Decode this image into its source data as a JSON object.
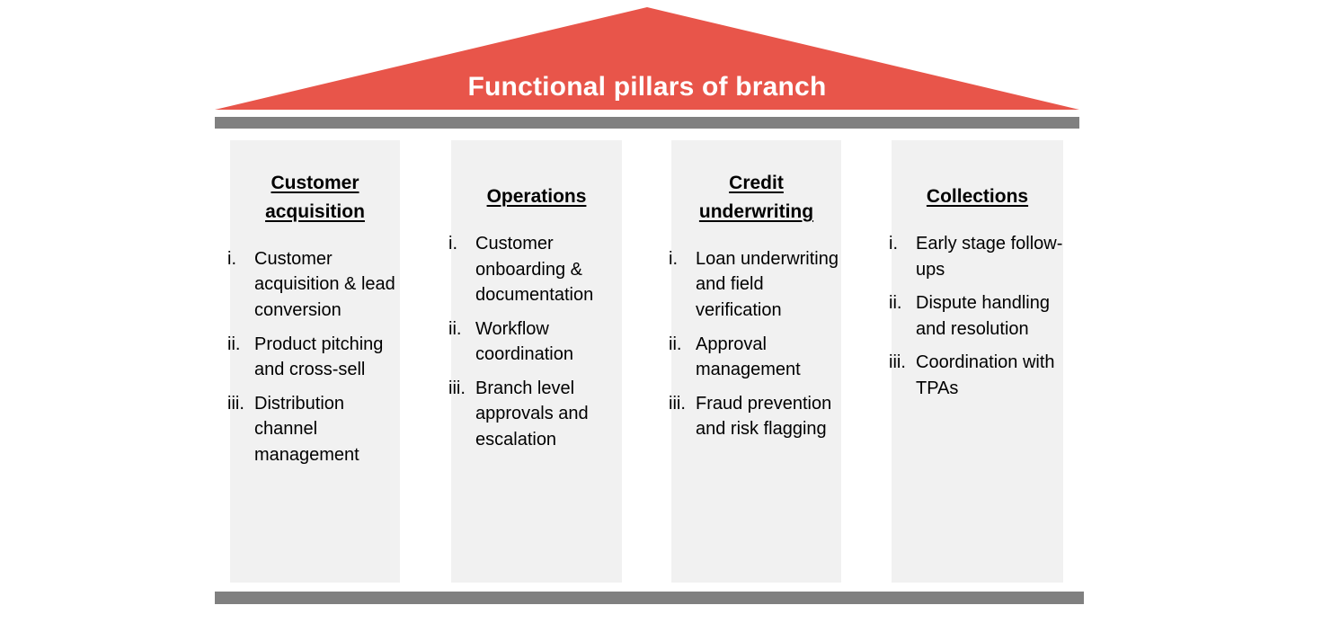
{
  "title": "Functional pillars of branch",
  "colors": {
    "roof": "#e8554a",
    "bar": "#808080",
    "pillar": "#f1f1f1",
    "title_text": "#ffffff",
    "body_text": "#000000"
  },
  "pillars": [
    {
      "heading_lines": [
        "Customer",
        "acquisition"
      ],
      "items": [
        {
          "marker": "i.",
          "text": "Customer acquisition & lead conversion"
        },
        {
          "marker": "ii.",
          "text": "Product pitching and cross-sell"
        },
        {
          "marker": "iii.",
          "text": "Distribution channel management"
        }
      ]
    },
    {
      "heading_lines": [
        "Operations"
      ],
      "items": [
        {
          "marker": "i.",
          "text": "Customer onboarding & documentation"
        },
        {
          "marker": "ii.",
          "text": "Workflow coordination"
        },
        {
          "marker": "iii.",
          "text": "Branch level approvals and escalation"
        }
      ]
    },
    {
      "heading_lines": [
        "Credit",
        "underwriting"
      ],
      "items": [
        {
          "marker": "i.",
          "text": "Loan underwriting and field verification"
        },
        {
          "marker": "ii.",
          "text": "Approval management"
        },
        {
          "marker": "iii.",
          "text": "Fraud prevention and risk flagging"
        }
      ]
    },
    {
      "heading_lines": [
        "Collections"
      ],
      "items": [
        {
          "marker": "i.",
          "text": "Early stage follow-ups"
        },
        {
          "marker": "ii.",
          "text": "Dispute handling and resolution"
        },
        {
          "marker": "iii.",
          "text": "Coordination with TPAs"
        }
      ]
    }
  ]
}
